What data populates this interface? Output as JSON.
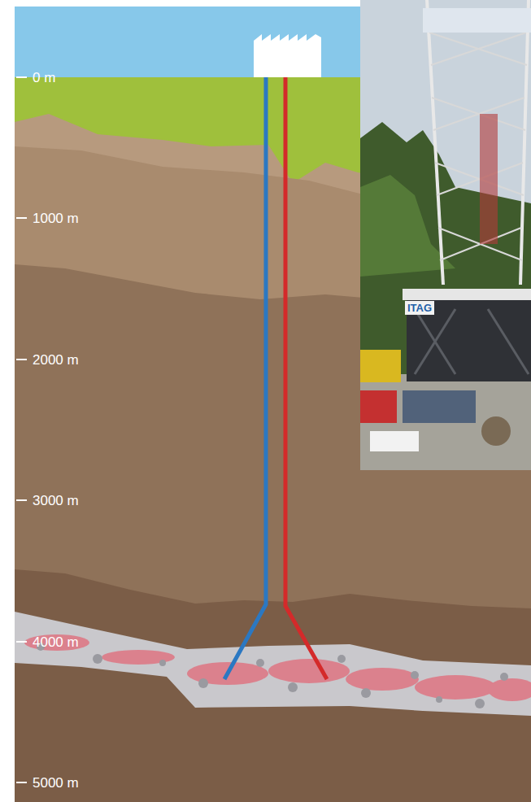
{
  "diagram": {
    "labels": [
      "0 m",
      "1000 m",
      "2000 m",
      "3000 m",
      "4000 m",
      "5000 m",
      "ITAG"
    ]
  }
}
